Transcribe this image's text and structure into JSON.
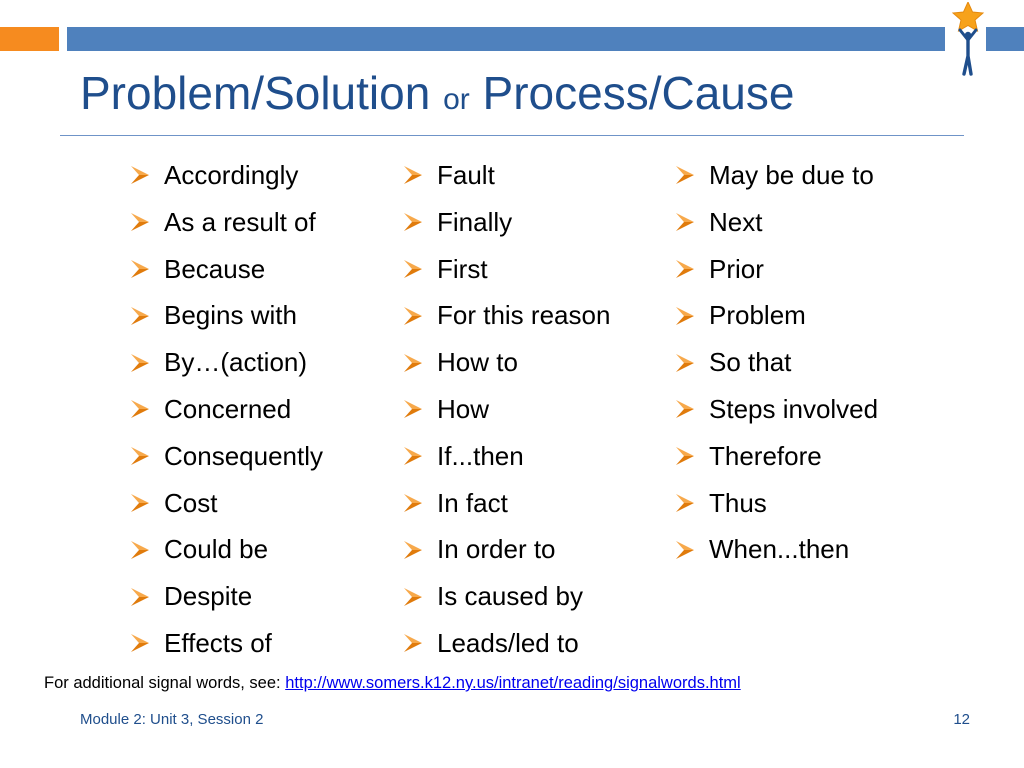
{
  "slide": {
    "title_part1": "Problem/Solution ",
    "title_part2": "or",
    "title_part3": " Process/Cause",
    "columns": [
      [
        "Accordingly",
        "As a result of",
        "Because",
        "Begins with",
        "By…(action)",
        "Concerned",
        "Consequently",
        "Cost",
        "Could be",
        "Despite",
        "Effects of"
      ],
      [
        "Fault",
        "Finally",
        "First",
        "For this reason",
        "How to",
        "How",
        "If...then",
        "In fact",
        "In order to",
        "Is caused by",
        "Leads/led to"
      ],
      [
        "May be due to",
        "Next",
        "Prior",
        "Problem",
        "So that",
        "Steps involved",
        "Therefore",
        "Thus",
        "When...then"
      ]
    ],
    "bullet_icon": "arrow-bullet-icon",
    "footer_prefix": "For additional signal words, see: ",
    "footer_link": "http://www.somers.k12.ny.us/intranet/reading/signalwords.html",
    "module_label": "Module 2: Unit 3, Session 2",
    "page_number": "12"
  },
  "colors": {
    "accent_orange": "#f68b1f",
    "accent_blue": "#4f81bd",
    "title_blue": "#1f4e8c",
    "link": "#0000ee"
  },
  "logo_icon": "star-person-logo-icon"
}
